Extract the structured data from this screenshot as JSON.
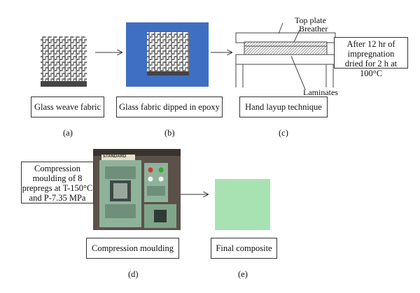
{
  "steps": {
    "a": {
      "caption": "Glass weave fabric",
      "tag": "(a)"
    },
    "b": {
      "caption": "Glass fabric dipped in epoxy",
      "tag": "(b)"
    },
    "c": {
      "caption": "Hand layup technique",
      "tag": "(c)"
    },
    "d": {
      "caption": "Compression moulding",
      "tag": "(d)"
    },
    "e": {
      "caption": "Final composite",
      "tag": "(e)"
    }
  },
  "layup_labels": {
    "top_plate": "Top plate",
    "breather": "Breather",
    "laminates": "Laminates"
  },
  "impregnation_note": {
    "line1": "After 12 hr of",
    "line2": "impregnation",
    "line3": "dried for 2 h at 100°C"
  },
  "moulding_note": {
    "line1": "Compression",
    "line2": "moulding of 8",
    "line3": "prepregs at T-150°C",
    "line4": "and P-7.35 MPa"
  },
  "press_brand": "STANDARD",
  "colors": {
    "epoxy_bg": "#3f6fc2",
    "composite": "#a8e2b2",
    "machine": "#8fb29a"
  }
}
